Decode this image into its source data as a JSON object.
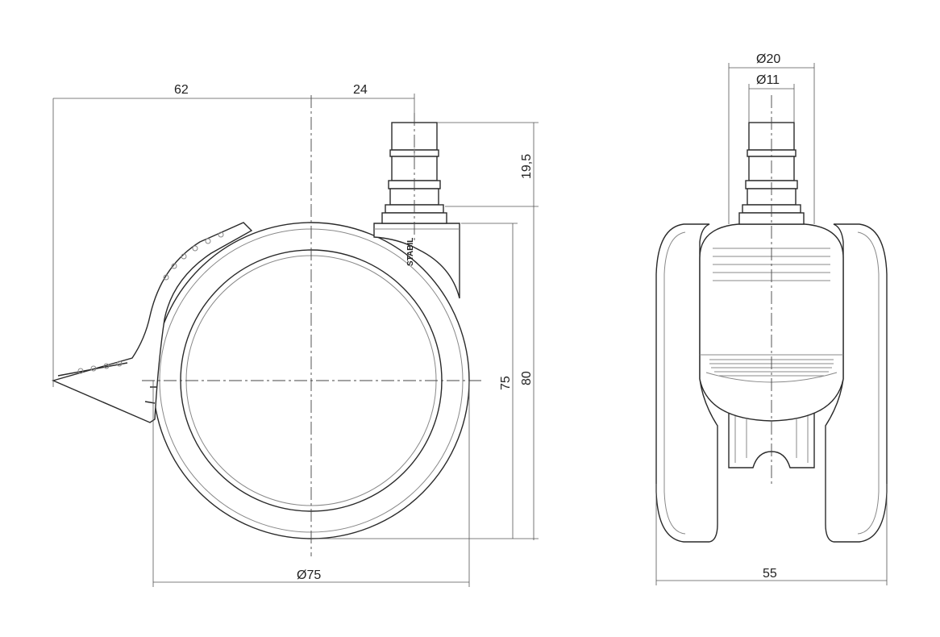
{
  "dimensions": {
    "side_view": {
      "left_offset": "62",
      "stem_offset": "24",
      "stem_height": "19,5",
      "wheel_diameter": "75",
      "wheel_diameter_symbol": "Ø",
      "overall_height": "80",
      "axle_height": "75"
    },
    "front_view": {
      "outer_stem_diameter": "20",
      "inner_stem_diameter": "11",
      "diameter_symbol": "Ø",
      "overall_width": "55"
    }
  },
  "brand_mark": "STABIL"
}
